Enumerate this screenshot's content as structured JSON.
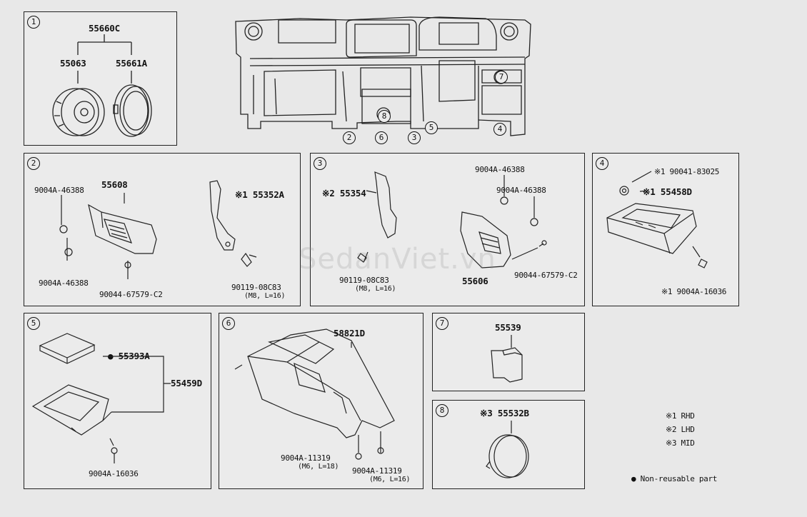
{
  "panels": {
    "p1": {
      "num": "1",
      "a": "55660C",
      "b": "55063",
      "c": "55661A"
    },
    "p2": {
      "num": "2",
      "main": "55608",
      "bracket": "※1 55352A",
      "clip_a": "9004A-46388",
      "clip_b": "9004A-46388",
      "screw": "90044-67579-C2",
      "bolt": "90119-08C83",
      "bolt_spec": "(M8, L=16)"
    },
    "p3": {
      "num": "3",
      "bracket": "※2 55354",
      "clip_a": "9004A-46388",
      "clip_b": "9004A-46388",
      "main": "55606",
      "screw": "90044-67579-C2",
      "bolt": "90119-08C83",
      "bolt_spec": "(M8, L=16)"
    },
    "p4": {
      "num": "4",
      "nut": "※1 90041-83025",
      "tray": "※1 55458D",
      "screw": "※1 9004A-16036"
    },
    "p5": {
      "num": "5",
      "mat": "● 55393A",
      "box": "55459D",
      "screw": "9004A-16036"
    },
    "p6": {
      "num": "6",
      "console": "58821D",
      "screw_a": "9004A-11319",
      "spec_a": "(M6, L=18)",
      "screw_b": "9004A-11319",
      "spec_b": "(M6, L=16)"
    },
    "p7": {
      "num": "7",
      "part": "55539"
    },
    "p8": {
      "num": "8",
      "part": "※3 55532B"
    }
  },
  "overview": {
    "callouts": [
      "7",
      "8",
      "2",
      "6",
      "3",
      "5",
      "4"
    ]
  },
  "legend": {
    "rhd": "※1 RHD",
    "lhd": "※2 LHD",
    "mid": "※3 MID",
    "nonreusable": "● Non-reusable part"
  },
  "watermark": "SedanViet.vn"
}
